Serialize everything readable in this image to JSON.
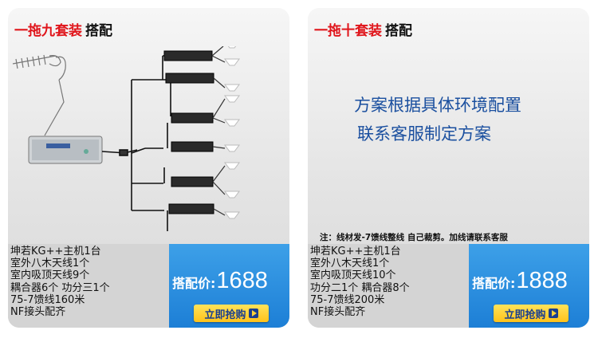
{
  "left": {
    "title_red": "一拖九套装",
    "title_black": "搭配",
    "specs": [
      "坤若KG++主机1台",
      "室外八木天线1个",
      "室内吸顶天线9个",
      "耦合器6个 功分三1个",
      "75-7馈线160米",
      "NF接头配齐"
    ],
    "price_label": "搭配价:",
    "price": "1688",
    "buy_label": "立即抢购"
  },
  "right": {
    "title_red": "一拖十套装",
    "title_black": "搭配",
    "plan_line1": "方案根据具体环境配置",
    "plan_line2": "联系客服制定方案",
    "note": "注：线材发-7馈线整线 自己裁剪。加线请联系客服",
    "specs": [
      "坤若KG++主机1台",
      "室外八木天线1个",
      "室内吸顶天线10个",
      "功分二1个 耦合器8个",
      "75-7馈线200米",
      "NF接头配齐"
    ],
    "price_label": "搭配价:",
    "price": "1888",
    "buy_label": "立即抢购"
  },
  "colors": {
    "title_red": "#e0151b",
    "price_blue": "#1d7fd6",
    "button_yellow": "#ffc21a",
    "plan_text_blue": "#1a4f9f"
  },
  "icons": [
    "yagi-antenna-icon",
    "repeater-host-icon",
    "coupler-icon",
    "ceiling-antenna-icon",
    "play-arrow-icon"
  ]
}
